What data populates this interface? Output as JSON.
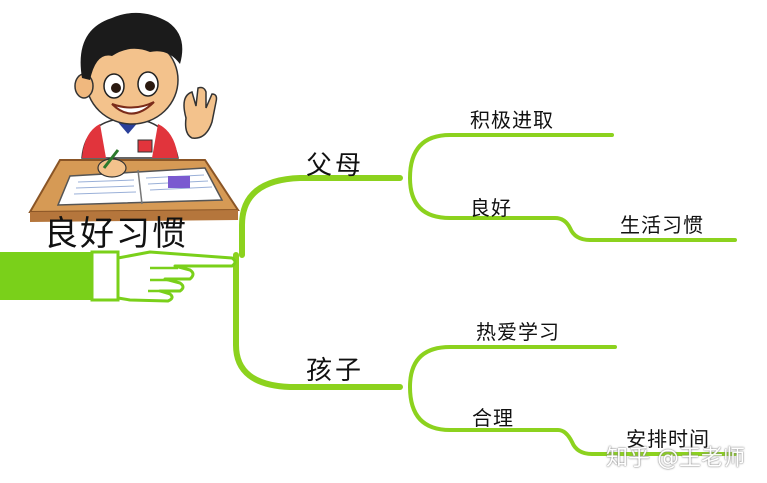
{
  "root": {
    "label": "良好习惯"
  },
  "branches": [
    {
      "label": "父母",
      "children": [
        {
          "label": "积极进取"
        },
        {
          "label": "良好",
          "child": "生活习惯"
        }
      ]
    },
    {
      "label": "孩子",
      "children": [
        {
          "label": "热爱学习"
        },
        {
          "label": "合理",
          "child": "安排时间"
        }
      ]
    }
  ],
  "watermark": "知乎 @王老师",
  "colors": {
    "branch_green": "#8cd21e",
    "hand_green": "#7ad01a",
    "desk_top": "#d69a55",
    "desk_front": "#b5763c",
    "shirt_red": "#e1343c"
  }
}
